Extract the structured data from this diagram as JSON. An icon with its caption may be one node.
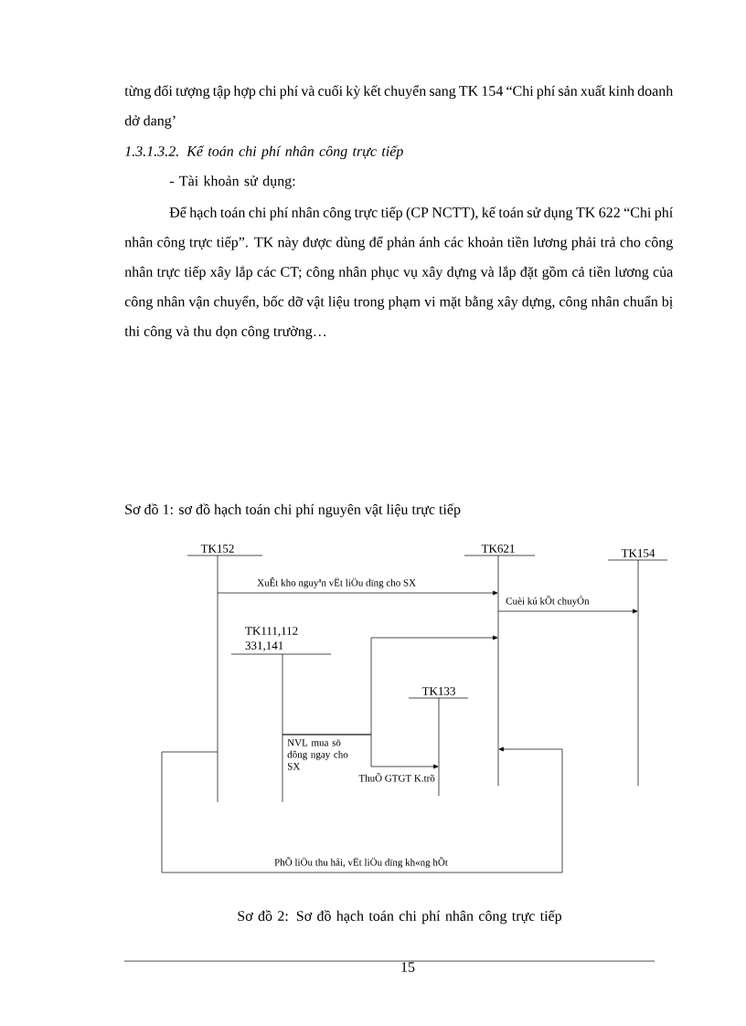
{
  "diagram": {
    "title": "Sơ đồ 1: sơ đồ hạch toán chi phí nguyên vật liệu trực tiếp",
    "nodes": [
      {
        "text": [
          "TK152"
        ]
      },
      {
        "text": [
          "TK621"
        ]
      },
      {
        "text": [
          "TK154"
        ]
      },
      {
        "text": [
          "TK111,112 331,141"
        ]
      },
      {
        "text": [
          "TK133"
        ]
      }
    ],
    "edges": [
      {
        "from": 0,
        "to": 1,
        "arrow": "to",
        "label": "XuÊt kho nguyªn vËt liÖu dïng cho SX"
      },
      {
        "from": 1,
        "to": 2,
        "arrow": "to",
        "label": "Cuèi kú kÕt chuyÓn"
      },
      {
        "from": 3,
        "to": 1,
        "arrow": "to",
        "label": "NVL mua sö dông ngay cho SX"
      },
      {
        "from": 3,
        "to": 4,
        "arrow": "to",
        "label": "ThuÕ GTGT K.trõ"
      },
      {
        "from": 0,
        "to": 1,
        "arrow": "to",
        "label": "PhÕ liÖu thu håi, vËt liÖu dïng kh«ng hÕt"
      }
    ],
    "labels": [
      "từng đối tượng tập hợp chi phí và cuối kỳ kết chuyển sang TK 154 “Chi phí sản xuất kinh doanh dở dang’",
      "1.3.1.3.2. Kế toán chi phí nhân công trực tiếp",
      "- Tài khoản sử dụng:",
      "Để hạch toán chi phí nhân công trực tiếp (CP NCTT), kế toán sử dụng TK 622 “Chi phí nhân công trực tiếp”. TK này được dùng để phản ánh các khoản tiền lương phải trả cho công nhân trực tiếp xây lắp các CT; công nhân phục vụ xây dựng và lắp đặt gồm cả tiền lương của công nhân vận chuyển, bốc dỡ vật liệu trong phạm vi mặt bằng xây dựng, công nhân chuẩn bị thi công và thu dọn công trường…",
      "Sơ đồ 2: Sơ đồ hạch toán chi phí nhân công trực tiếp",
      "15"
    ]
  }
}
